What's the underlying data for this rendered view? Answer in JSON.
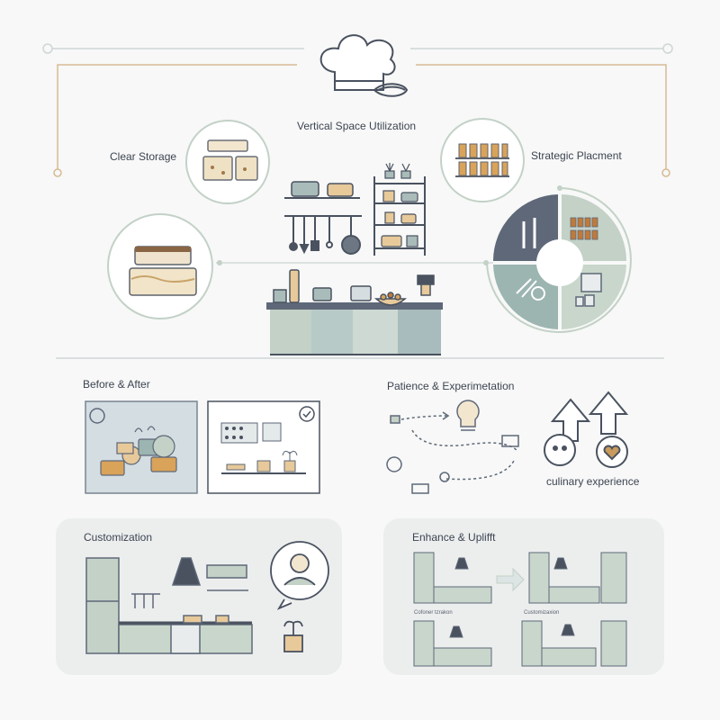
{
  "top": {
    "vertical_label": "Vertical Space Utilization",
    "clear_storage_label": "Clear Storage",
    "strategic_label": "Strategic Placment"
  },
  "bottom": {
    "before_after_label": "Before & After",
    "patience_label": "Patience & Experimetation",
    "culinary_label": "culinary experience",
    "customization_label": "Customization",
    "enhance_label": "Enhance & Uplifft",
    "small_left_label": "Cofoner tzrakon",
    "small_right_label": "Customizaxion"
  },
  "colors": {
    "line": "#d7ba95",
    "teal": "#9cb5b1",
    "sage": "#c3d1c7",
    "slate": "#5e6878",
    "accent": "#c89a5b"
  }
}
